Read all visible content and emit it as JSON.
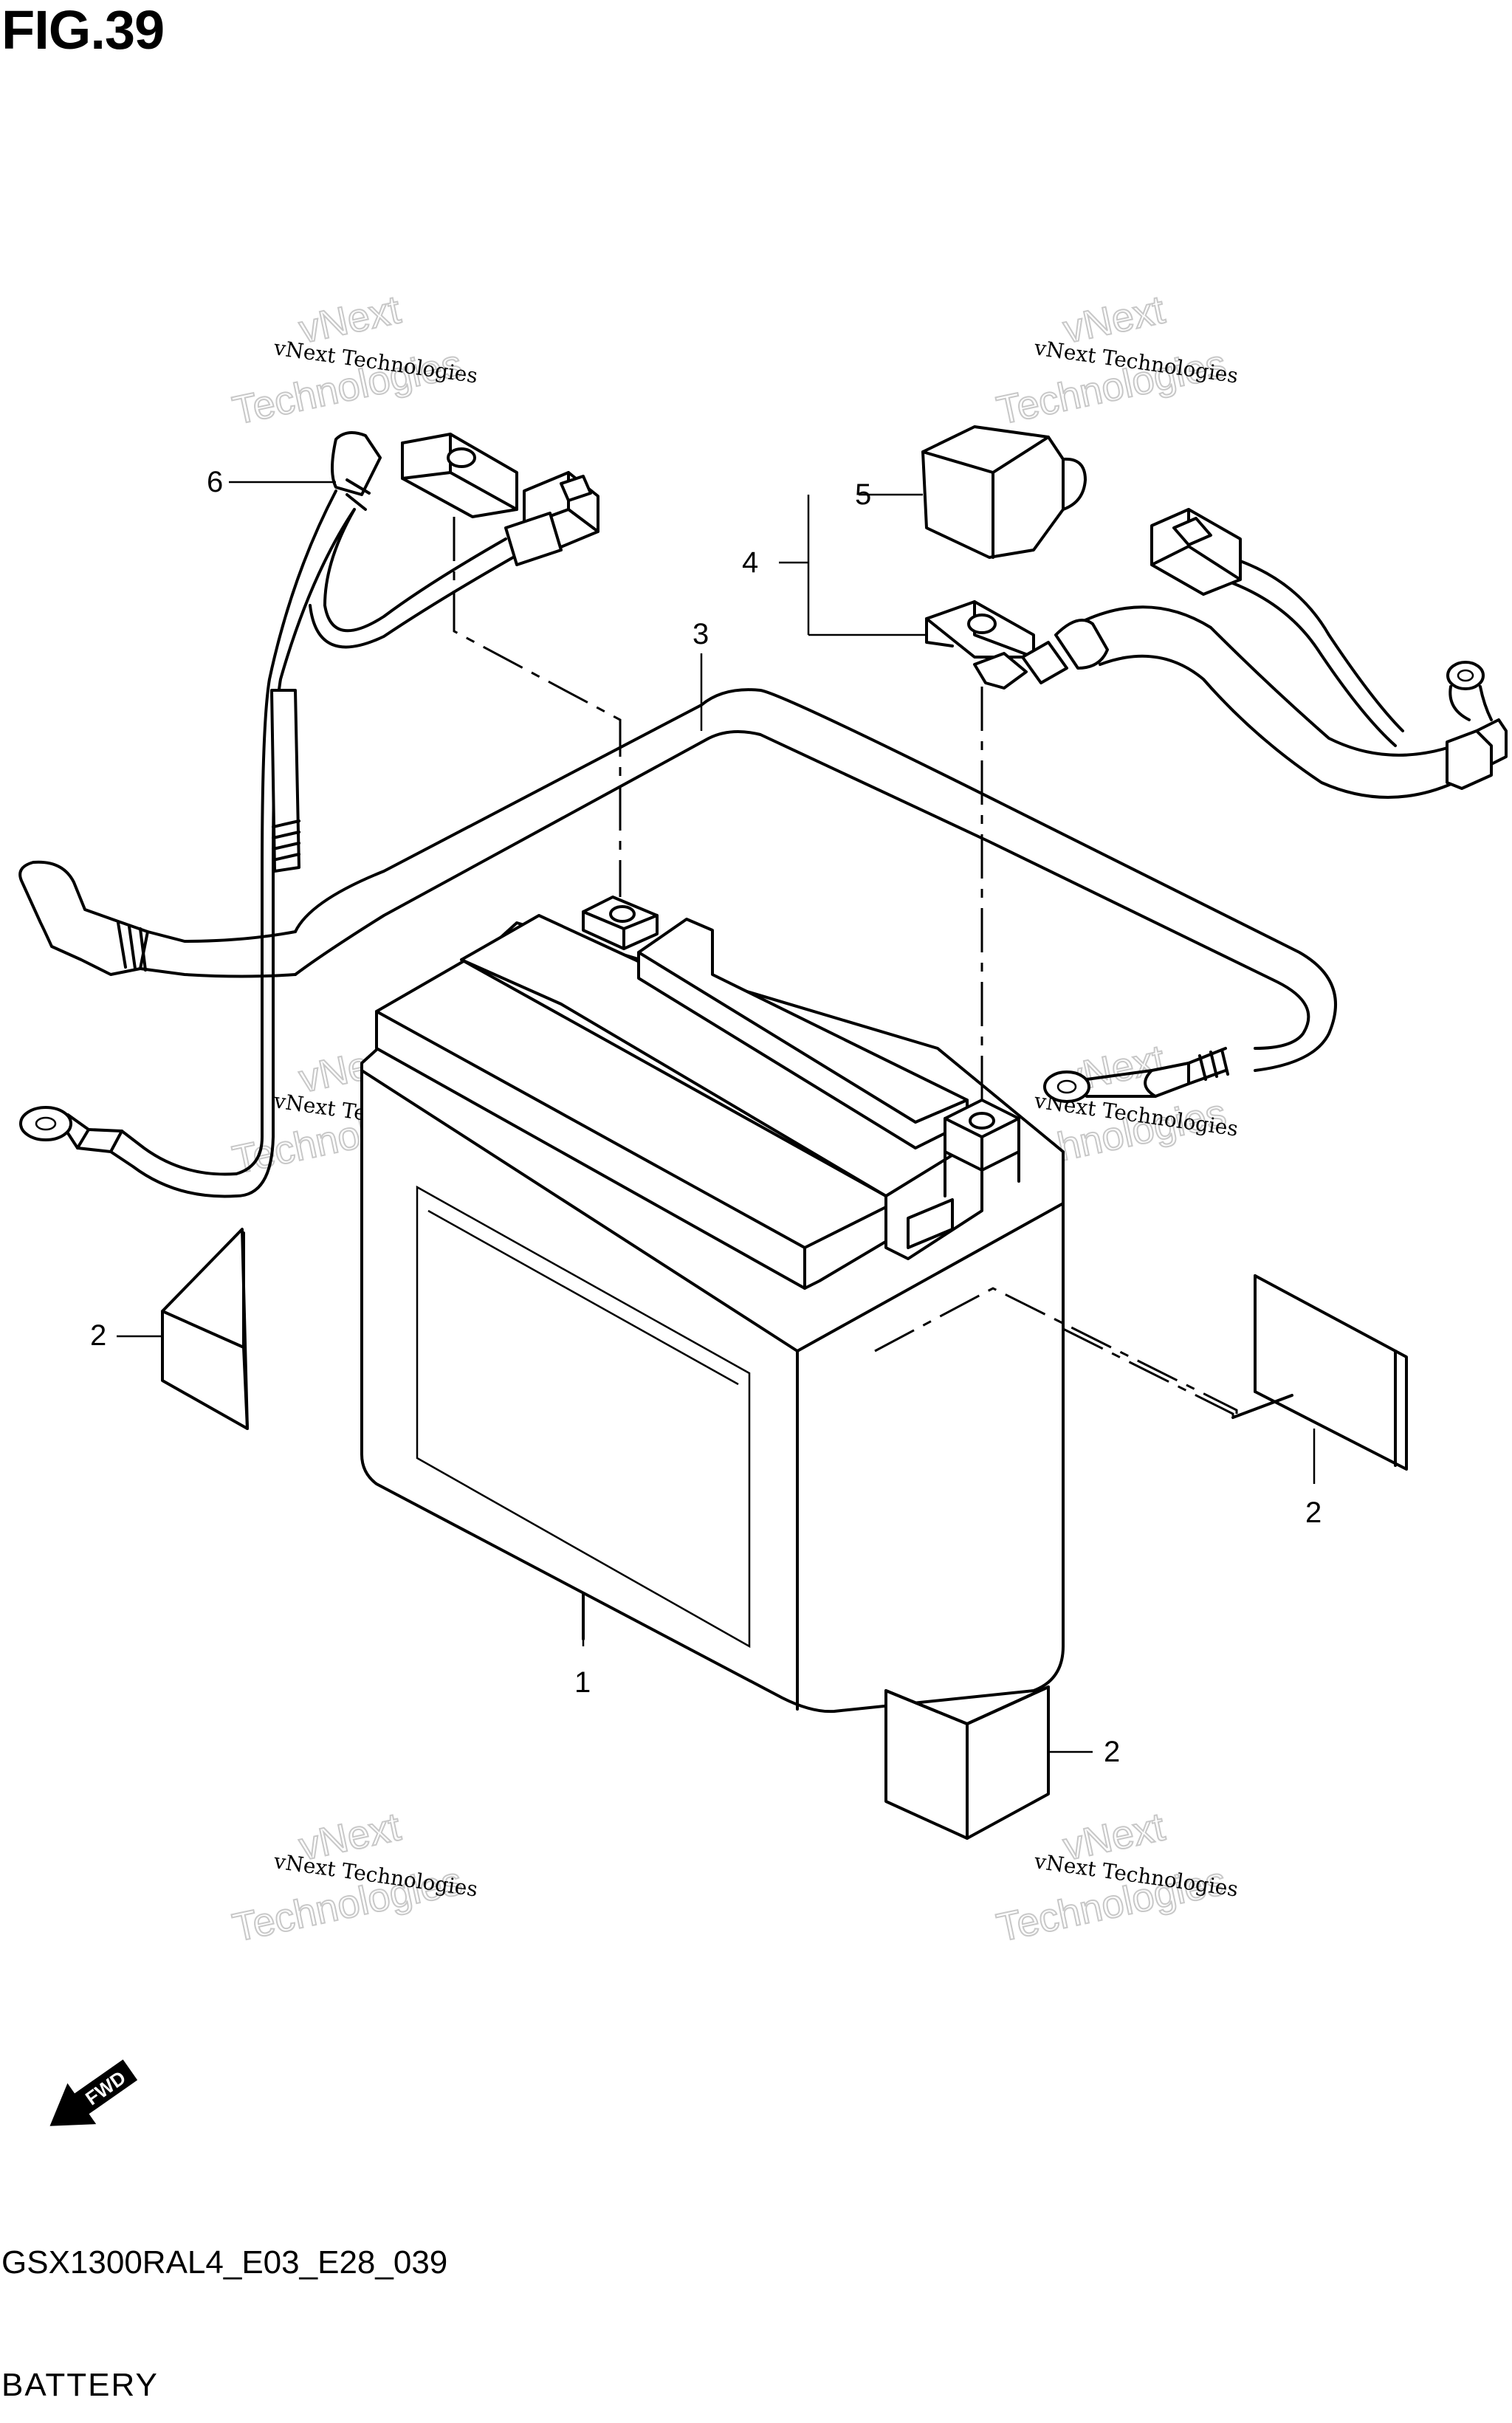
{
  "figure": {
    "title": "FIG.39",
    "code": "GSX1300RAL4_E03_E28_039",
    "caption": "BATTERY"
  },
  "callouts": [
    {
      "id": "c1",
      "label": "1"
    },
    {
      "id": "c2a",
      "label": "2"
    },
    {
      "id": "c2b",
      "label": "2"
    },
    {
      "id": "c2c",
      "label": "2"
    },
    {
      "id": "c3",
      "label": "3"
    },
    {
      "id": "c4",
      "label": "4"
    },
    {
      "id": "c5",
      "label": "5"
    },
    {
      "id": "c6",
      "label": "6"
    }
  ],
  "watermark": {
    "line1": "vNext Technologies",
    "line2": "vNext",
    "line3": "Technologies"
  },
  "fwd_label": "FWD"
}
